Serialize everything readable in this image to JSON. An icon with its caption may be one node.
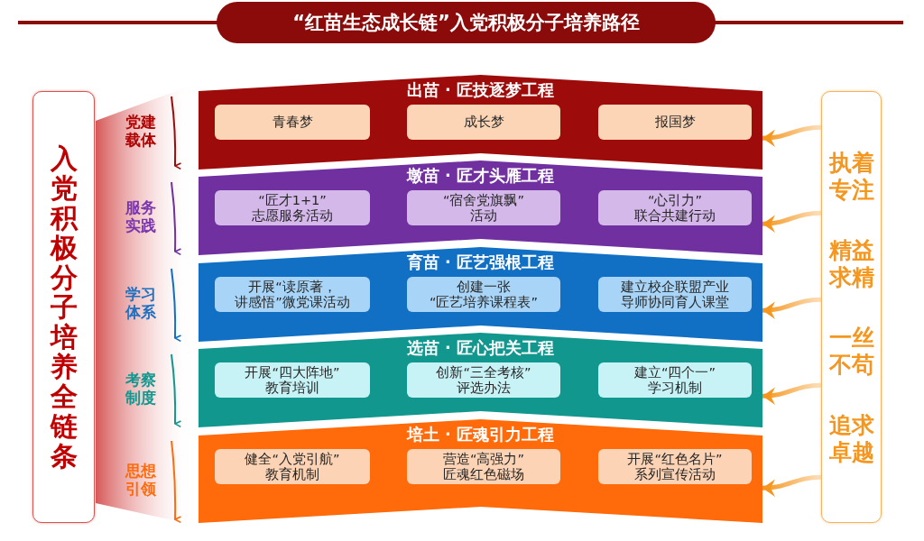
{
  "diagram": {
    "title": "“红苗生态成长链”入党积极分子培养路径",
    "nodes": [
      {
        "text": [
          "入党积极分子培养全链条"
        ]
      },
      {
        "text": [
          "出苗 · 匠技逐梦工程"
        ],
        "beside": [
          "党建载体"
        ]
      },
      {
        "text": [
          "青春梦"
        ],
        "in": 1
      },
      {
        "text": [
          "成长梦"
        ],
        "in": 1
      },
      {
        "text": [
          "报国梦"
        ],
        "in": 1
      },
      {
        "text": [
          "墩苗 · 匠才头雁工程"
        ],
        "beside": [
          "服务实践"
        ]
      },
      {
        "text": [
          "“匠才1+1”志愿服务活动"
        ],
        "in": 5
      },
      {
        "text": [
          "“宿舍党旗飘”活动"
        ],
        "in": 5
      },
      {
        "text": [
          "“心引力”联合共建行动"
        ],
        "in": 5
      },
      {
        "text": [
          "育苗 · 匠艺强根工程"
        ],
        "beside": [
          "学习体系"
        ]
      },
      {
        "text": [
          "开展“读原著，讲感悟”微党课活动"
        ],
        "in": 9
      },
      {
        "text": [
          "创建一张“匠艺培养课程表”"
        ],
        "in": 9
      },
      {
        "text": [
          "建立校企联盟产业导师协同育人课堂"
        ],
        "in": 9
      },
      {
        "text": [
          "选苗 · 匠心把关工程"
        ],
        "beside": [
          "考察制度"
        ]
      },
      {
        "text": [
          "开展“四大阵地”教育培训"
        ],
        "in": 13
      },
      {
        "text": [
          "创新“三全考核”评选办法"
        ],
        "in": 13
      },
      {
        "text": [
          "建立“四个一”学习机制"
        ],
        "in": 13
      },
      {
        "text": [
          "培土 · 匠魂引力工程"
        ],
        "beside": [
          "思想引领"
        ]
      },
      {
        "text": [
          "健全“入党引航”教育机制"
        ],
        "in": 17
      },
      {
        "text": [
          "营造“高强力”匠魂红色磁场"
        ],
        "in": 17
      },
      {
        "text": [
          "开展“红色名片”系列宣传活动"
        ],
        "in": 17
      },
      {
        "text": [
          "执着专注",
          "精益求精",
          "一丝不苟",
          "追求卓越"
        ]
      }
    ],
    "edges": [
      {
        "from": 21,
        "to": 1,
        "arrow": "to"
      },
      {
        "from": 21,
        "to": 5,
        "arrow": "to"
      },
      {
        "from": 21,
        "to": 9,
        "arrow": "to"
      },
      {
        "from": 21,
        "to": 13,
        "arrow": "to"
      },
      {
        "from": 21,
        "to": 17,
        "arrow": "to"
      }
    ]
  }
}
